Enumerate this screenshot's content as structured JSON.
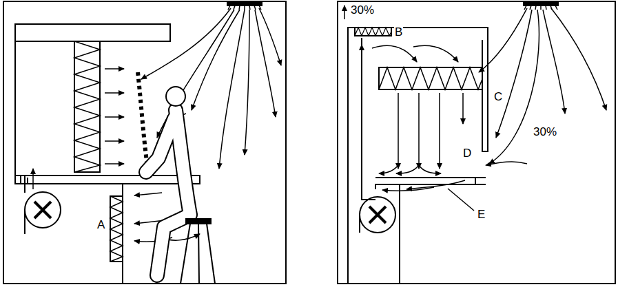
{
  "diagram": {
    "labels": [
      "A",
      "30%",
      "B",
      "C",
      "30%",
      "D",
      "E"
    ]
  }
}
